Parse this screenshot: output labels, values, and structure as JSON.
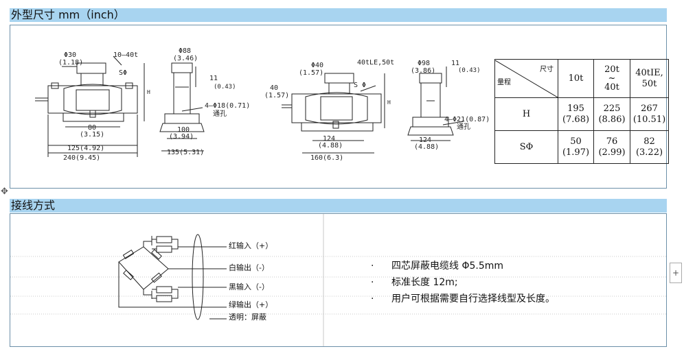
{
  "section1": {
    "title": "外型尺寸 mm（inch）"
  },
  "section2": {
    "title": "接线方式"
  },
  "drawing1": {
    "phi30": "Φ30",
    "phi30_in": "(1.18)",
    "cap": "10–40t",
    "sphi": "SΦ",
    "dim80": "80",
    "dim80_in": "(3.15)",
    "dim125": "125(4.92)",
    "dim240": "240(9.45)",
    "h": "H"
  },
  "drawing2": {
    "phi88": "Φ88",
    "phi88_in": "(3.46)",
    "dim11": "11",
    "dim11_in": "(0.43)",
    "hole": "4–Φ18(0.71)",
    "through": "通孔",
    "dim100": "100",
    "dim100_in": "(3.94)",
    "dim135": "135(5.31)"
  },
  "drawing3": {
    "phi40": "Φ40",
    "phi40_in": "(1.57)",
    "cap": "40tLE,50t",
    "sphi": "S Φ",
    "dim40": "40",
    "dim40_in": "(1.57)",
    "dim124": "124",
    "dim124_in": "(4.88)",
    "dim160": "160(6.3)",
    "h": "H"
  },
  "drawing4": {
    "phi98": "Φ98",
    "phi98_in": "(3.86)",
    "dim11": "11",
    "dim11_in": "(0.43)",
    "hole": "4–Φ21(0.87)",
    "through": "通孔",
    "dim124": "124",
    "dim124_in": "(4.88)"
  },
  "spec_table": {
    "header_size": "尺寸",
    "header_range": "量程",
    "cols": [
      "10t",
      "20t",
      "~",
      "40t",
      "40tIE,",
      "50t"
    ],
    "rows": [
      {
        "label": "H",
        "values": [
          "195",
          "(7.68)",
          "225",
          "(8.86)",
          "267",
          "(10.51)"
        ]
      },
      {
        "label": "SΦ",
        "values": [
          "50",
          "(1.97)",
          "76",
          "(2.99)",
          "82",
          "(3.22)"
        ]
      }
    ]
  },
  "wiring": {
    "labels": [
      "红输入（+）",
      "白输出（-）",
      "黑输入（-）",
      "绿输出（+）",
      "透明：屏蔽"
    ]
  },
  "notes": {
    "bullet": "·",
    "items": [
      "四芯屏蔽电缆线 Φ5.5mm",
      "标准长度 12m;",
      "用户可根据需要自行选择线型及长度。"
    ]
  },
  "ui": {
    "plus": "+",
    "move": "✥"
  }
}
